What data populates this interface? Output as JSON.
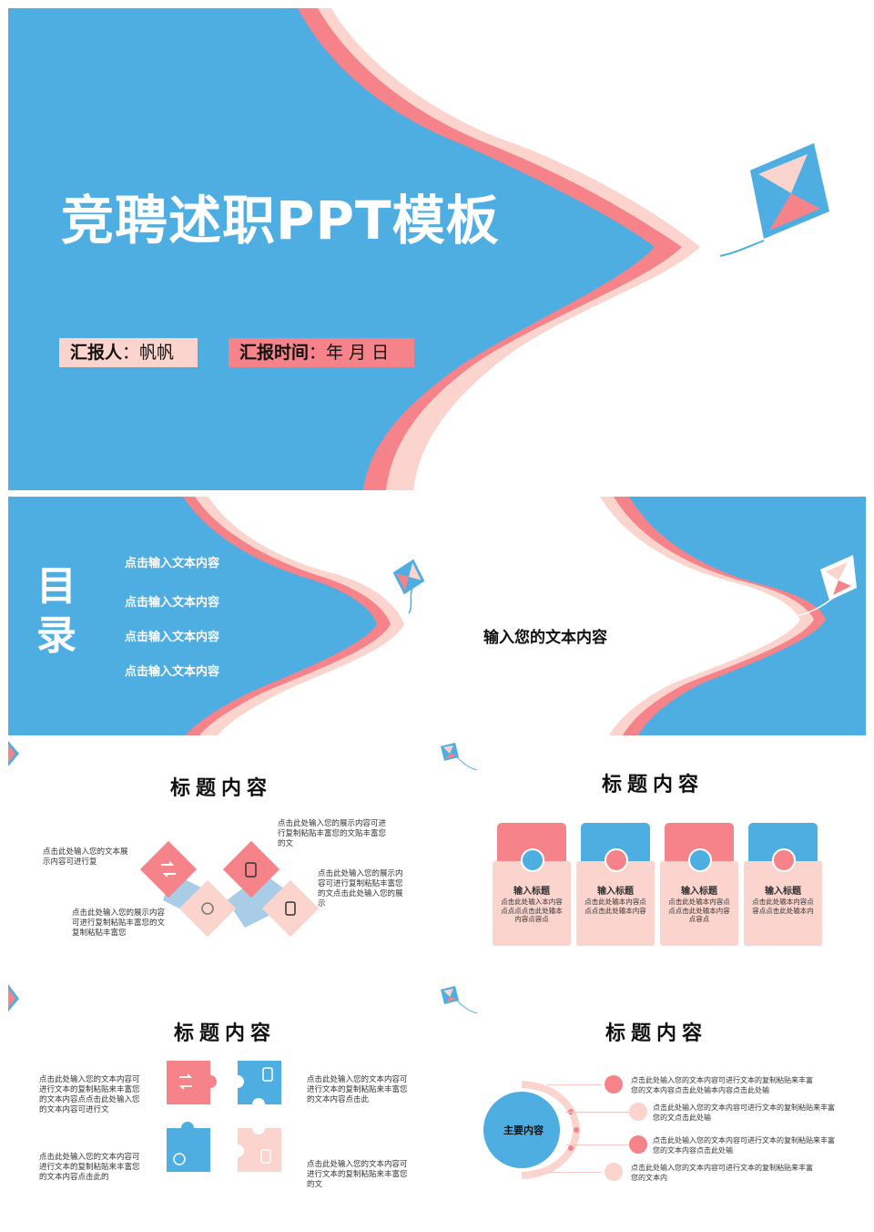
{
  "slide1": {
    "title": "竞聘述职PPT模板",
    "reporter_label": "汇报人",
    "reporter_value": "：帆帆",
    "time_label": "汇报时间",
    "time_value": "：年 月 日"
  },
  "slide2": {
    "toc_title_1": "目",
    "toc_title_2": "录",
    "toc_items": [
      "点击输入文本内容",
      "点击输入文本内容",
      "点击输入文本内容",
      "点击输入文本内容"
    ],
    "center_text": "输入您的文本内容"
  },
  "slide3": {
    "heading": "标题内容",
    "texts": [
      "点击此处输入您的展示内容可进行复制粘贴丰富您的文贴丰富您的文",
      "点击此处输入您的文本展示内容可进行复",
      "点击此处输入您的展示内容可进行复制粘贴丰富您的文点击此处输入您的展示",
      "点击此处输入您的展示内容可进行复制粘贴丰富您的文复制粘贴丰富您"
    ]
  },
  "slide4": {
    "heading": "标题内容",
    "cards": [
      {
        "title": "输入标题",
        "text": "点击此处输入本内容点点点点击此处输本内容点容点"
      },
      {
        "title": "输入标题",
        "text": "点击此处输本内容点点点击此处输本内容"
      },
      {
        "title": "输入标题",
        "text": "点击此处输本内容点点点击此处输本内容点容点"
      },
      {
        "title": "输入标题",
        "text": "点击此处输本内容点容点点击此处输本内"
      }
    ]
  },
  "slide5": {
    "heading": "标题内容",
    "texts": [
      "点击此处输入您的文本内容可进行文本的复制粘贴来丰富您的文本内容点点击此处输入您的文本内容可进行文",
      "点击此处输入您的文本内容可进行文本的复制粘贴来丰富您的文本内容点击此",
      "点击此处输入您的文本内容可进行文本的复制粘贴来丰富您的文本内容点击此的",
      "点击此处输入您的文本内容可进行文本的复制粘贴来丰富您的文"
    ]
  },
  "slide6": {
    "heading": "标题内容",
    "center_label": "主要内容",
    "items": [
      "点击此处输入您的文本内容可进行文本的复制粘贴来丰富您的文本内容点击此处输本内容点击此处输",
      "点击此处输入您的文本内容可进行文本的复制粘贴来丰富您的文点击此处输",
      "点击此处输入您的文本内容可进行文本的复制粘贴来丰富您的文本内容点击此处输",
      "点击此处输入您的文本内容可进行文本的复制粘贴来丰富您的文本内"
    ]
  },
  "colors": {
    "blue": "#4faee1",
    "coral": "#f6828a",
    "light_pink": "#fbd4cd",
    "white": "#ffffff"
  }
}
